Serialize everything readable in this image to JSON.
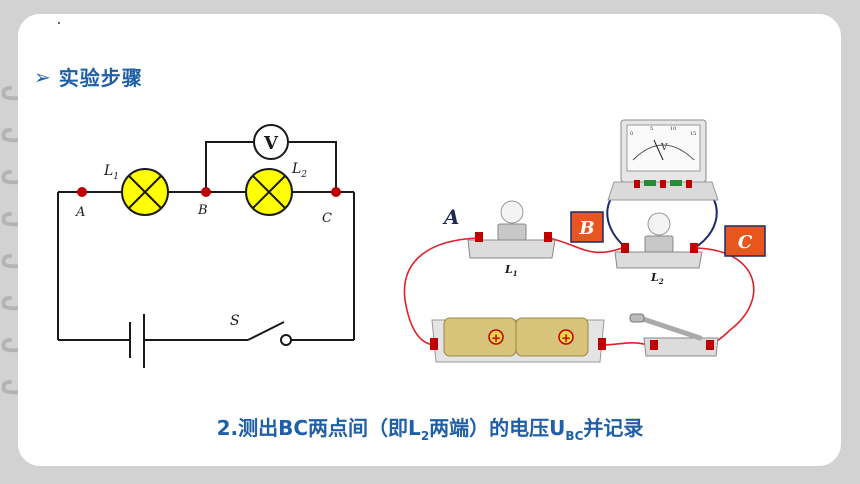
{
  "heading": {
    "arrow": "➢",
    "title": "实验步骤"
  },
  "schematic": {
    "lamp1_label": "L",
    "lamp1_sub": "1",
    "lamp2_label": "L",
    "lamp2_sub": "2",
    "point_a": "A",
    "point_b": "B",
    "point_c": "C",
    "switch_label": "S",
    "voltmeter": "V"
  },
  "photo": {
    "point_a": "A",
    "point_b": "B",
    "point_c": "C",
    "lamp1_label": "L",
    "lamp1_sub": "1",
    "lamp2_label": "L",
    "lamp2_sub": "2",
    "meter_symbol": "V",
    "meter_scale": [
      "0",
      "5",
      "10",
      "15"
    ],
    "battery_sign": "+"
  },
  "caption": {
    "prefix": "2.测出BC两点间（即L",
    "sub1": "2",
    "middle": "两端）的电压U",
    "sub2": "BC",
    "suffix": "并记录"
  },
  "colors": {
    "accent": "#1f5fa8",
    "lamp": "#ffff00",
    "node": "#c00000",
    "tag": "#e8561f",
    "wire": "#e0202a"
  }
}
